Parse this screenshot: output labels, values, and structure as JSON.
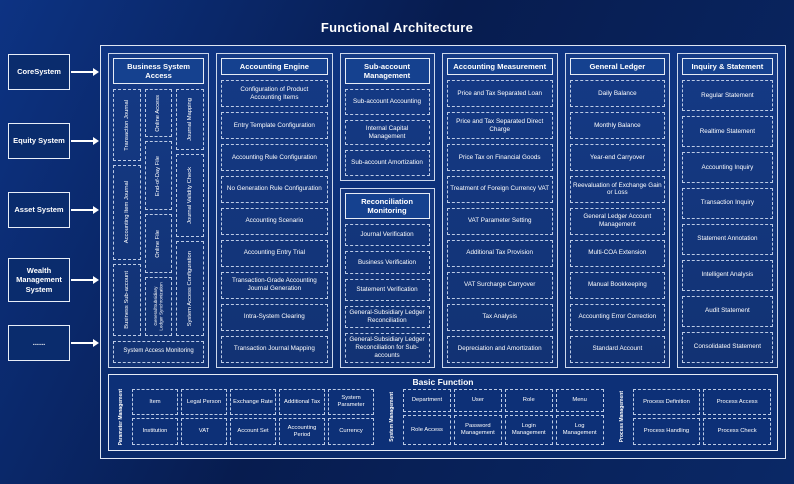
{
  "title": "Functional Architecture",
  "left_systems": [
    "CoreSystem",
    "Equity System",
    "Asset System",
    "Wealth Management System",
    "......"
  ],
  "business_system_access": {
    "title": "Business System Access",
    "col1": [
      "Transaction Journal",
      "Accounting Item Journal",
      "Business Sub-account"
    ],
    "col2": [
      "Online Access",
      "End-of-Day File",
      "Online File",
      "General/Subsidiary Ledger Synchronization"
    ],
    "col3": [
      "Journal Mapping",
      "Journal Validity Check",
      "System Access Configuration"
    ],
    "bottom": "System Access Monitoring"
  },
  "accounting_engine": {
    "title": "Accounting Engine",
    "items": [
      "Configuration of Product Accounting Items",
      "Entry Template Configuration",
      "Accounting Rule Configuration",
      "No Generation Rule Configuration",
      "Accounting Scenario",
      "Accounting Entry Trial",
      "Transaction-Grade Accounting Journal Generation",
      "Intra-System Clearing",
      "Transaction Journal Mapping"
    ]
  },
  "sub_account_management": {
    "title": "Sub-account Management",
    "items": [
      "Sub-account Accounting",
      "Internal Capital Management",
      "Sub-account Amortization"
    ]
  },
  "reconciliation_monitoring": {
    "title": "Reconciliation Monitoring",
    "items": [
      "Journal Verification",
      "Business Verification",
      "Statement Verification",
      "General-Subsidiary Ledger Reconciliation",
      "General-Subsidiary Ledger Reconciliation for Sub-accounts"
    ]
  },
  "accounting_measurement": {
    "title": "Accounting Measurement",
    "items": [
      "Price and Tax Separated Loan",
      "Price and Tax Separated Direct Charge",
      "Price Tax on Financial Goods",
      "Treatment of Foreign Currency VAT",
      "VAT Parameter Setting",
      "Additional Tax Provision",
      "VAT Surcharge Carryover",
      "Tax Analysis",
      "Depreciation and Amortization"
    ]
  },
  "general_ledger": {
    "title": "General Ledger",
    "items": [
      "Daily Balance",
      "Monthly Balance",
      "Year-end Carryover",
      "Reevaluation of Exchange Gain or Loss",
      "General Ledger Account Management",
      "Multi-COA Extension",
      "Manual Bookkeeping",
      "Accounting Error Correction",
      "Standard Account"
    ]
  },
  "inquiry_statement": {
    "title": "Inquiry & Statement",
    "items": [
      "Regular Statement",
      "Realtime Statement",
      "Accounting Inquiry",
      "Transaction Inquiry",
      "Statement Annotation",
      "Intelligent Analysis",
      "Audit Statement",
      "Consolidated Statement"
    ]
  },
  "basic_function": {
    "title": "Basic Function",
    "parameter_management": {
      "label": "Parameter Management",
      "row1": [
        "Item",
        "Legal Person",
        "Exchange Rate",
        "Additional Tax",
        "System Parameter"
      ],
      "row2": [
        "Institution",
        "VAT",
        "Account Set",
        "Accounting Period",
        "Currency"
      ]
    },
    "system_management": {
      "label": "System Management",
      "row1": [
        "Department",
        "User",
        "Role",
        "Menu"
      ],
      "row2": [
        "Role Access",
        "Password Management",
        "Login Management",
        "Log Management"
      ]
    },
    "process_management": {
      "label": "Process Management",
      "row1": [
        "Process Definition",
        "Process Access"
      ],
      "row2": [
        "Process Handling",
        "Process Check"
      ]
    }
  }
}
